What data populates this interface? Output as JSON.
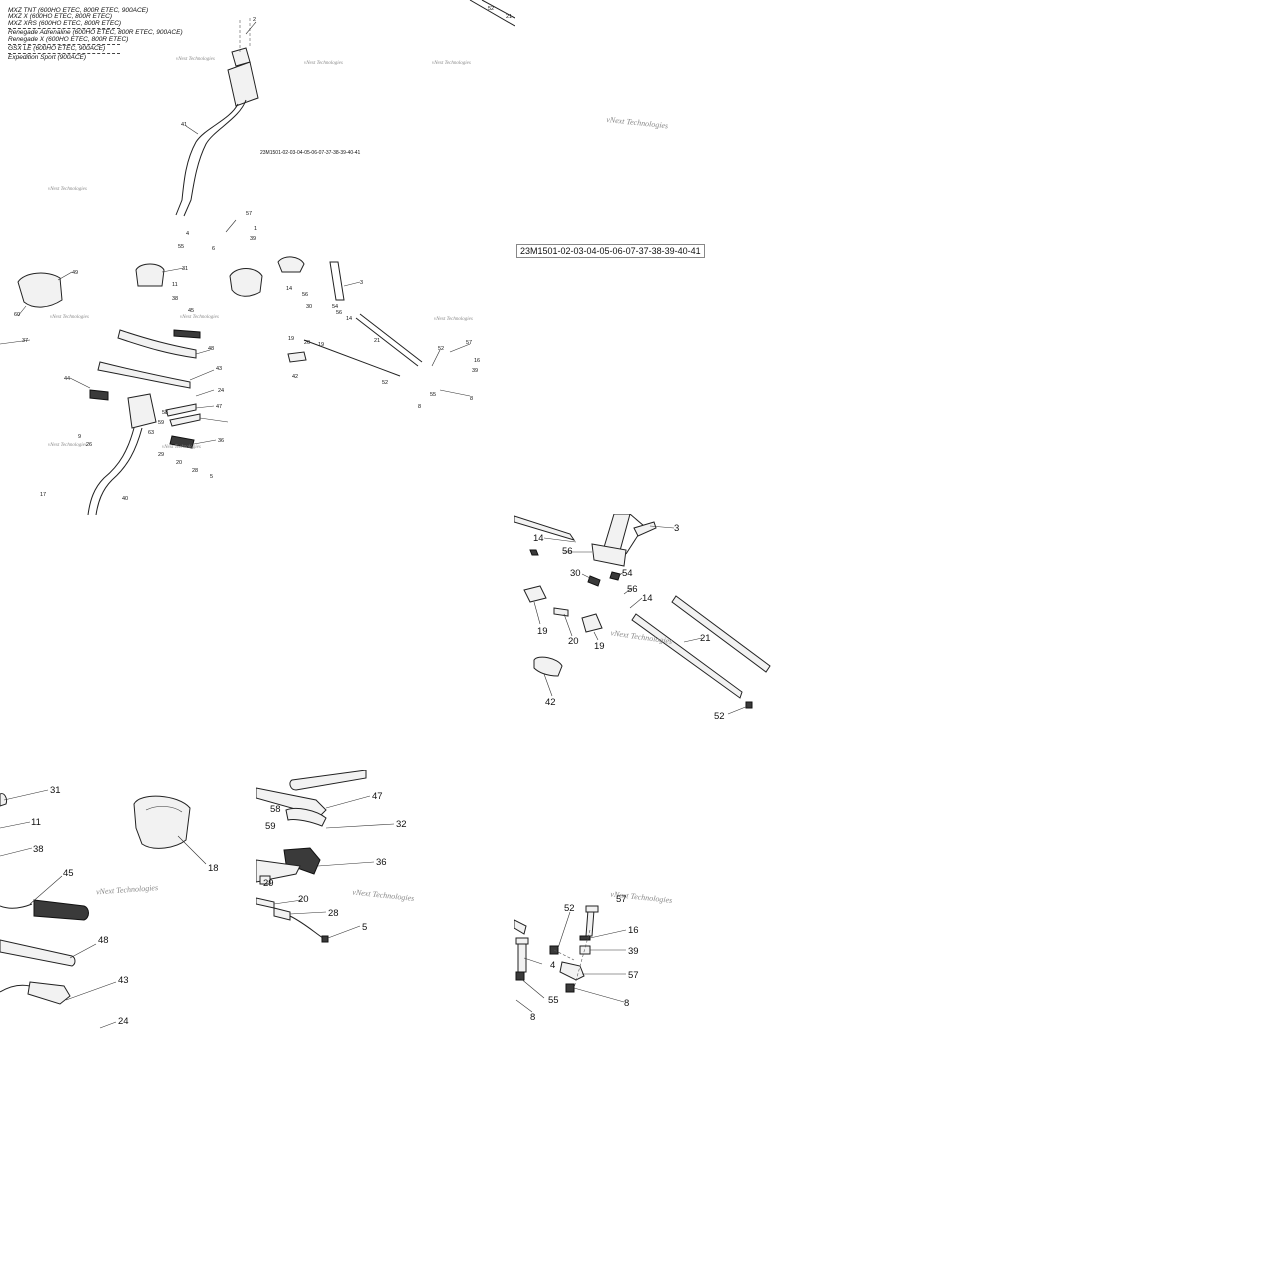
{
  "models": [
    "MXZ TNT (600HO ETEC, 800R ETEC, 900ACE)",
    "MXZ X (600HO ETEC, 800R ETEC)",
    "MXZ XRS (600HO ETEC, 800R ETEC)",
    "Renegade Adrenaline (600HO ETEC, 800R ETEC, 900ACE)",
    "Renegade X (600HO ETEC, 800R ETEC)",
    "GSX LE (600HO ETEC, 900ACE)",
    "Expedition Sport (900ACE)"
  ],
  "watermark": "vNext Technologies",
  "diagram_ref_small": "23M1501-02-03-04-05-06-07-37-38-39-40-41",
  "diagram_ref_box": "23M1501-02-03-04-05-06-07-37-38-39-40-41",
  "callouts": {
    "overview": [
      "2",
      "41",
      "57",
      "1",
      "39",
      "4",
      "55",
      "6",
      "49",
      "60",
      "37",
      "31",
      "11",
      "38",
      "45",
      "48",
      "43",
      "44",
      "24",
      "47",
      "9",
      "26",
      "58",
      "59",
      "63",
      "36",
      "29",
      "20",
      "28",
      "5",
      "40",
      "17",
      "3",
      "14",
      "56",
      "30",
      "54",
      "14",
      "56",
      "19",
      "20",
      "19",
      "42",
      "21",
      "52",
      "57",
      "16",
      "39",
      "8",
      "52",
      "55",
      "8",
      "52",
      "21"
    ],
    "detail_bar": [
      "3",
      "14",
      "56",
      "30",
      "54",
      "56",
      "14",
      "19",
      "20",
      "19",
      "21",
      "42",
      "52"
    ],
    "detail_grip": [
      "31",
      "11",
      "38",
      "45",
      "48",
      "43",
      "24",
      "18"
    ],
    "detail_tubes": [
      "47",
      "58",
      "32",
      "59",
      "36",
      "29",
      "20",
      "28",
      "5"
    ],
    "detail_bolts": [
      "52",
      "57",
      "16",
      "39",
      "4",
      "57",
      "55",
      "8",
      "8"
    ]
  }
}
